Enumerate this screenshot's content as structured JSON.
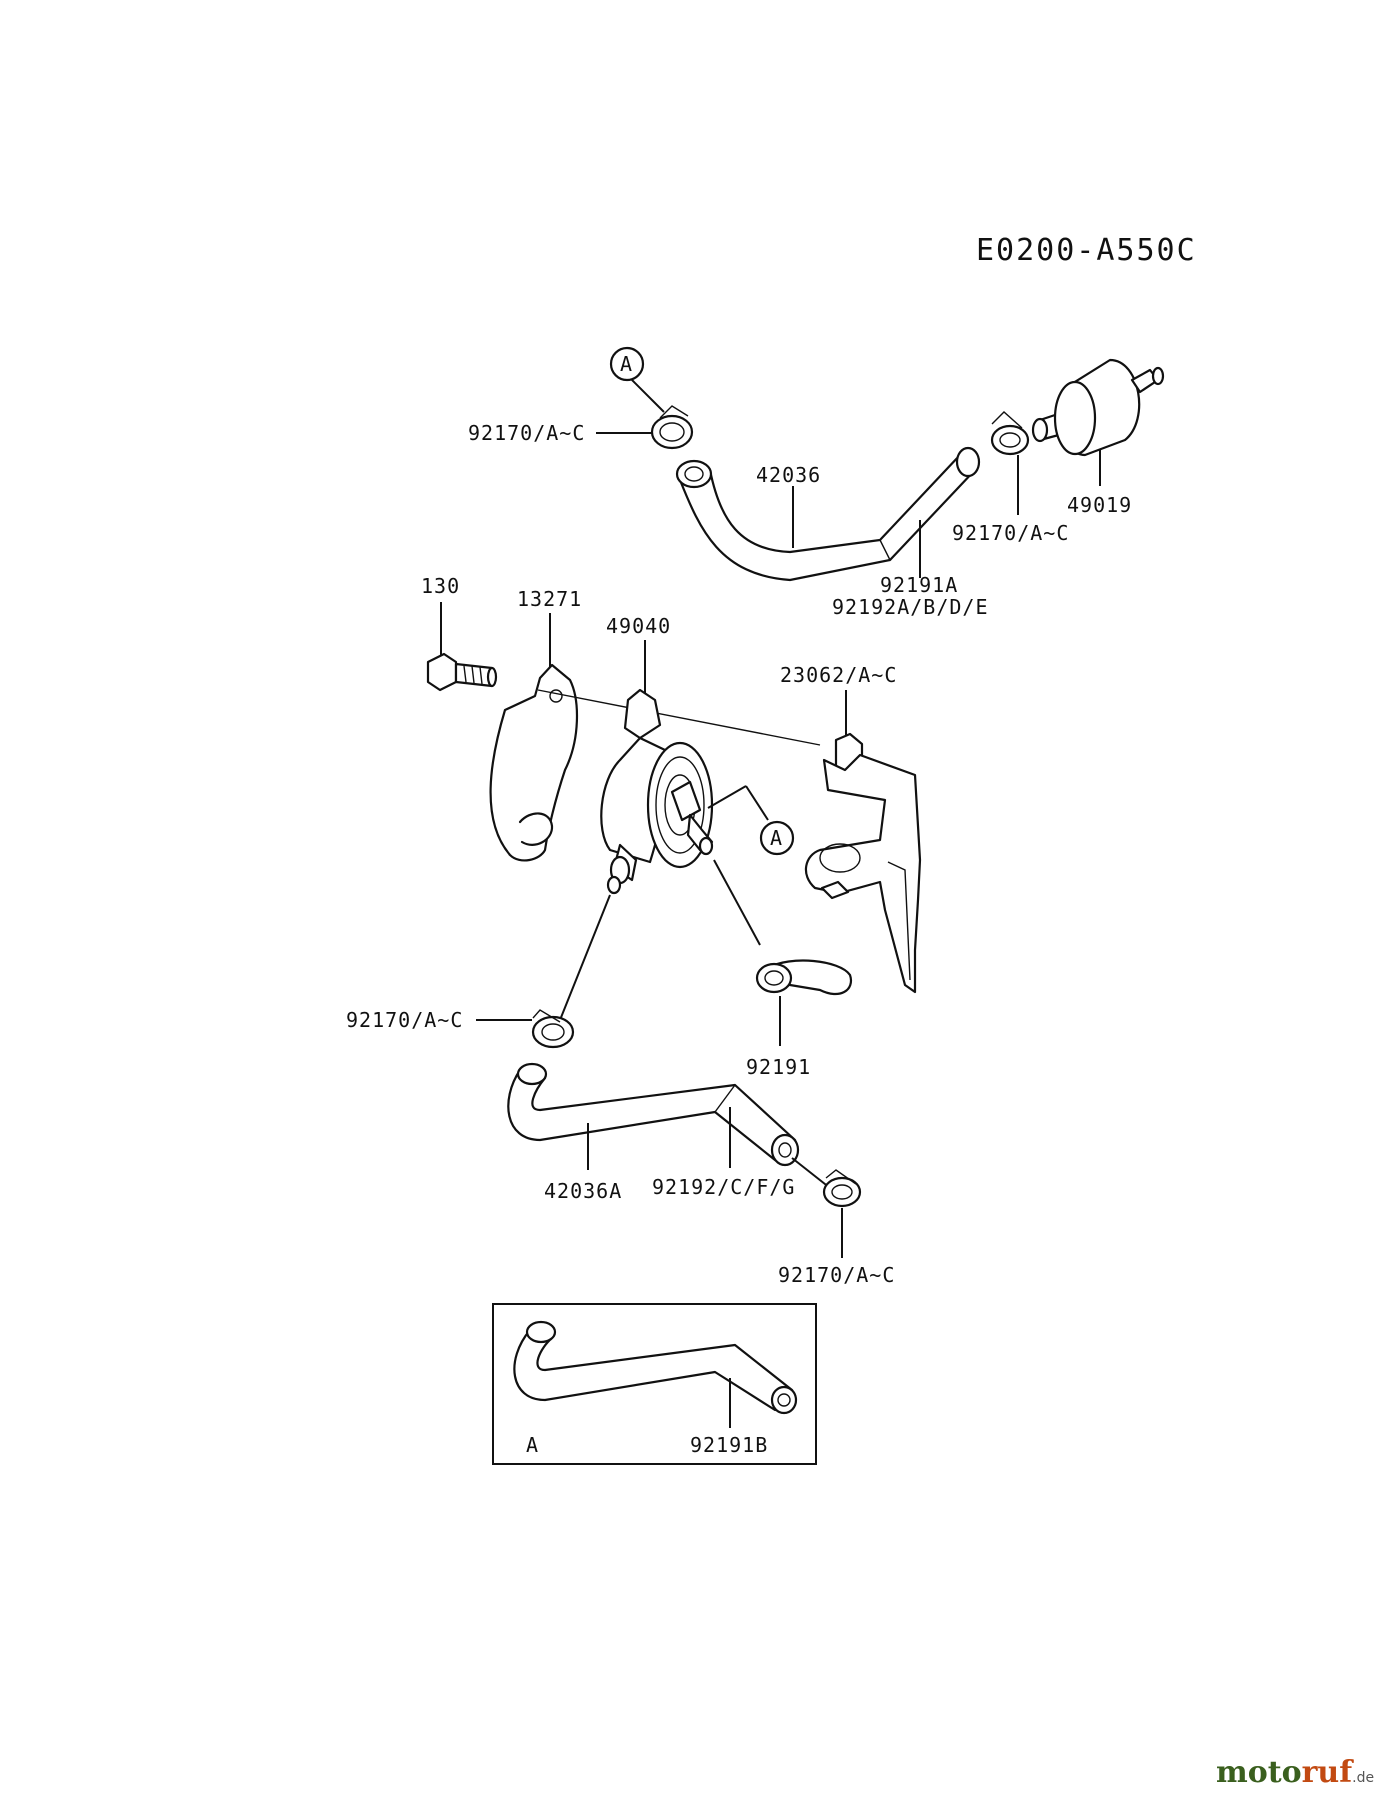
{
  "diagram_code": "E0200-A550C",
  "callout_letter": "A",
  "labels": {
    "clamp_a_top": "92170/A~C",
    "hose_top": "42036",
    "filter": "49019",
    "clamp_filter": "92170/A~C",
    "hose_top_part1": "92191A",
    "hose_top_part2": "92192A/B/D/E",
    "bolt": "130",
    "plate": "13271",
    "fuel_pump": "49040",
    "bracket": "23062/A~C",
    "clamp_pump_outlet": "92170/A~C",
    "hose_short": "92191",
    "hose_bottom": "42036A",
    "hose_bottom_part": "92192/C/F/G",
    "clamp_bottom": "92170/A~C",
    "inset_hose": "92191B"
  },
  "watermark": {
    "part1": "moto",
    "part2": "ruf",
    "suffix": ".de"
  }
}
